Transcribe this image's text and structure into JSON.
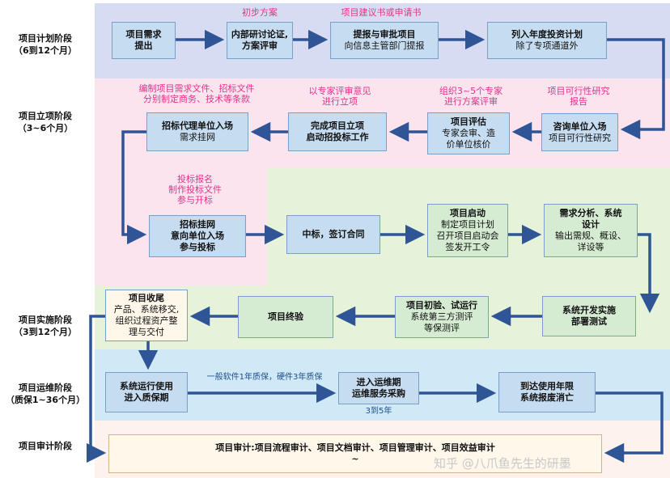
{
  "colors": {
    "arrow": "#2f5597",
    "pink_note": "#e0348a",
    "blue_note": "#1f4f8a",
    "band_planning": "#d8dcf2",
    "band_approval": "#fce4ef",
    "band_implementation": "#e6f2d9",
    "band_operation": "#cfe9f7",
    "band_audit": "#fdf3ec"
  },
  "stages": {
    "planning": [
      "项目计划阶段",
      "（6到12个月）"
    ],
    "approval": [
      "项目立项阶段",
      "（3~6个月）"
    ],
    "implementation": [
      "项目实施阶段",
      "（3到12个月）"
    ],
    "operation": [
      "项目运维阶段",
      "（质保1~36个月）"
    ],
    "audit": [
      "项目审计阶段"
    ]
  },
  "nodes": {
    "demand": {
      "title": [
        "项目需求",
        "提出"
      ],
      "detail": []
    },
    "review": {
      "title": [
        "内部研讨论证,",
        "方案评审"
      ],
      "detail": []
    },
    "approve": {
      "title": [
        "提报与审批项目"
      ],
      "detail": [
        "向信息主管部门提报"
      ]
    },
    "invest": {
      "title": [
        "列入年度投资计划"
      ],
      "detail": [
        "除了专项通道外"
      ]
    },
    "consult": {
      "title": [
        "咨询单位入场"
      ],
      "detail": [
        "项目可行性研究"
      ]
    },
    "evaluate": {
      "title": [
        "项目评估"
      ],
      "detail": [
        "专家会审、造",
        "价单位核价"
      ]
    },
    "complete": {
      "title": [
        "完成项目立项",
        "启动招投标工作"
      ],
      "detail": []
    },
    "agency": {
      "title": [
        "招标代理单位入场"
      ],
      "detail": [
        "需求挂网"
      ]
    },
    "tender": {
      "title": [
        "招标挂网",
        "意向单位入场",
        "参与投标"
      ],
      "detail": []
    },
    "contract": {
      "title": [
        "中标，签订合同"
      ],
      "detail": []
    },
    "kickoff": {
      "title": [
        "项目启动"
      ],
      "detail": [
        "制定项目计划",
        "召开项目启动会",
        "签发开工令"
      ]
    },
    "analysis": {
      "title": [
        "需求分析、系统",
        "设计"
      ],
      "detail": [
        "输出需规、概设、",
        "详设等"
      ]
    },
    "develop": {
      "title": [
        "系统开发实施",
        "部署测试"
      ],
      "detail": []
    },
    "trial": {
      "title": [
        "项目初验、试运行"
      ],
      "detail": [
        "系统第三方测评",
        "等保测评"
      ]
    },
    "final": {
      "title": [
        "项目终验"
      ],
      "detail": []
    },
    "closing": {
      "title": [
        "项目收尾"
      ],
      "detail": [
        "产品、系统移交,",
        "组织过程资产整",
        "理与交付"
      ]
    },
    "warranty": {
      "title": [
        "系统运行使用",
        "进入质保期"
      ],
      "detail": []
    },
    "procure": {
      "title": [
        "进入运维期",
        "运维服务采购"
      ],
      "detail": []
    },
    "retire": {
      "title": [
        "到达使用年限",
        "系统报废消亡"
      ],
      "detail": []
    },
    "audit": {
      "title": [
        "项目审计:项目流程审计、项目文档审计、项目管理审计、项目效益审计",
        "~"
      ],
      "detail": []
    }
  },
  "notes": {
    "initial_plan": [
      "初步方案"
    ],
    "proposal": [
      "项目建议书或申请书"
    ],
    "feasibility": [
      "项目可行性研究",
      "报告"
    ],
    "experts": [
      "组织3~5个专家",
      "进行方案评审"
    ],
    "expert_opinion": [
      "以专家评审意见",
      "进行立项"
    ],
    "compile_docs": [
      "编制项目需求文件、招标文件",
      "分别制定商务、技术等条款"
    ],
    "bid_register": [
      "投标报名",
      "制作投标文件",
      "参与开标"
    ],
    "warranty_note": [
      "一般软件1年质保，硬件3年质保"
    ],
    "ops_years": [
      "3到5年"
    ]
  },
  "watermark": "知乎 @八爪鱼先生的研墨"
}
